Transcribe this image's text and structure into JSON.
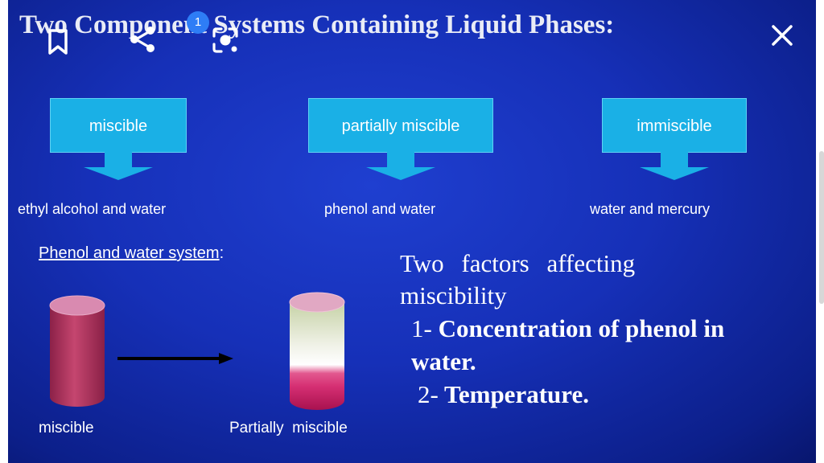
{
  "slide": {
    "title": "Two Component Systems Containing Liquid Phases:",
    "categories": [
      {
        "label": "miscible",
        "example": "ethyl alcohol and water"
      },
      {
        "label": "partially miscible",
        "example": "phenol and water"
      },
      {
        "label": "immiscible",
        "example": "water and mercury"
      }
    ],
    "section_title": "Phenol and water system",
    "section_title_suffix": ":",
    "tubes": [
      {
        "label": "miscible"
      },
      {
        "label": "Partially  miscible"
      }
    ],
    "factors": {
      "title": "Two factors affecting miscibility",
      "items": [
        {
          "num": "1-",
          "text": "Concentration of phenol in water."
        },
        {
          "num": "2-",
          "text": "Temperature."
        }
      ]
    }
  },
  "viewer": {
    "bookmark_icon": "bookmark-icon",
    "share_icon": "share-icon",
    "lens_icon": "lens-icon",
    "badge_count": "1",
    "close_icon": "close-icon"
  },
  "colors": {
    "background": "#1630b8",
    "box": "#1ab0e6",
    "tube_red": "#b0305f",
    "text": "#ffffff"
  }
}
